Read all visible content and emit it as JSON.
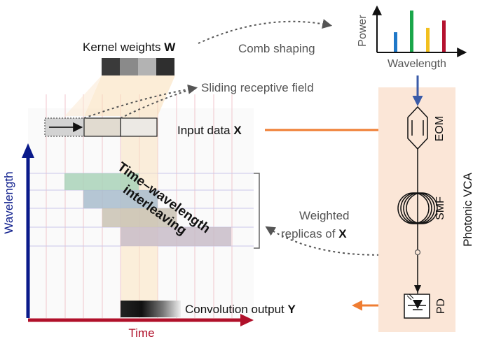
{
  "labels": {
    "kernel_text": "Kernel weights ",
    "kernel_var": "W",
    "comb_shaping": "Comb shaping",
    "sliding_field": "Sliding receptive field",
    "input_text": "Input data ",
    "input_var": "X",
    "time_wavelength_1": "Time–wavelength",
    "time_wavelength_2": "interleaving",
    "weighted_1": "Weighted",
    "weighted_2": "replicas of ",
    "weighted_var": "X",
    "conv_text": "Convolution output ",
    "conv_var": "Y",
    "axis_wavelength": "Wavelength",
    "axis_time": "Time"
  },
  "spectrum": {
    "ylabel": "Power",
    "xlabel": "Wavelength",
    "bars": [
      {
        "value": 0.45,
        "color": "#1f78c8"
      },
      {
        "value": 0.95,
        "color": "#1aa64a"
      },
      {
        "value": 0.55,
        "color": "#f2c01e"
      },
      {
        "value": 0.72,
        "color": "#b5122f"
      }
    ]
  },
  "photonic": {
    "title": "Photonic VCA",
    "eom": "EOM",
    "smf": "SMF",
    "pd": "PD"
  },
  "colors": {
    "wavelength_axis": "#0a1a8a",
    "time_axis": "#b0102a",
    "orange_arrow": "#ef7d32",
    "vca_panel": "#fbe6d7",
    "blue_arrow": "#3a5ba8"
  }
}
